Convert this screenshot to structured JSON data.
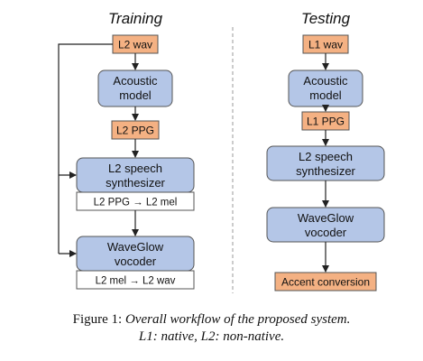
{
  "training": {
    "title": "Training",
    "l2_wav": "L2 wav",
    "acoustic_model": [
      "Acoustic",
      "model"
    ],
    "l2_ppg": "L2 PPG",
    "synthesizer": [
      "L2 speech",
      "synthesizer"
    ],
    "synth_io": "L2 PPG → L2 mel",
    "vocoder": [
      "WaveGlow",
      "vocoder"
    ],
    "vocoder_io": "L2 mel → L2 wav"
  },
  "testing": {
    "title": "Testing",
    "l1_wav": "L1 wav",
    "acoustic_model": [
      "Acoustic",
      "model"
    ],
    "l1_ppg": "L1 PPG",
    "synthesizer": [
      "L2 speech",
      "synthesizer"
    ],
    "vocoder": [
      "WaveGlow",
      "vocoder"
    ],
    "output": "Accent conversion"
  },
  "caption": {
    "prefix": "Figure 1: ",
    "line1": "Overall workflow of the proposed system.",
    "line2": "L1: native, L2: non-native."
  },
  "colors": {
    "input_box": "#f4b183",
    "module_box": "#b4c6e7",
    "box_border": "#555555"
  }
}
